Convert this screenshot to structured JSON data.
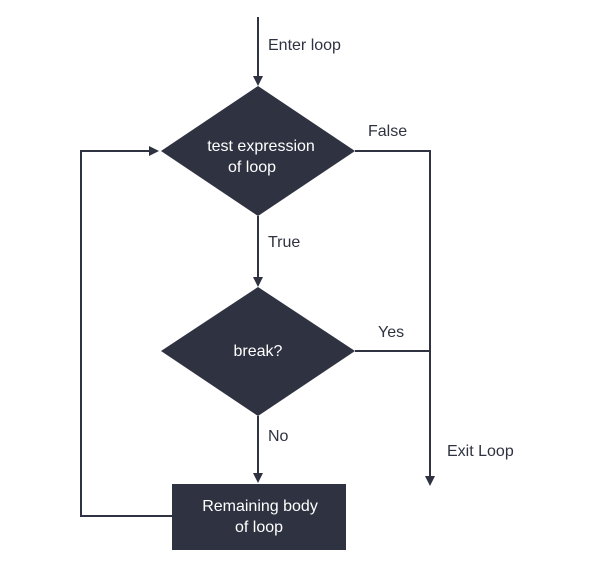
{
  "colors": {
    "node_fill": "#2f3240",
    "line": "#2f3240",
    "node_text": "#ffffff",
    "label_text": "#2f3240",
    "background": "#ffffff"
  },
  "nodes": {
    "test_expression": {
      "line1": "test expression",
      "line2": "of loop"
    },
    "break_check": {
      "label": "break?"
    },
    "remaining_body": {
      "line1": "Remaining body",
      "line2": "of loop"
    }
  },
  "labels": {
    "enter_loop": "Enter loop",
    "false": "False",
    "true": "True",
    "yes": "Yes",
    "no": "No",
    "exit_loop": "Exit Loop"
  }
}
